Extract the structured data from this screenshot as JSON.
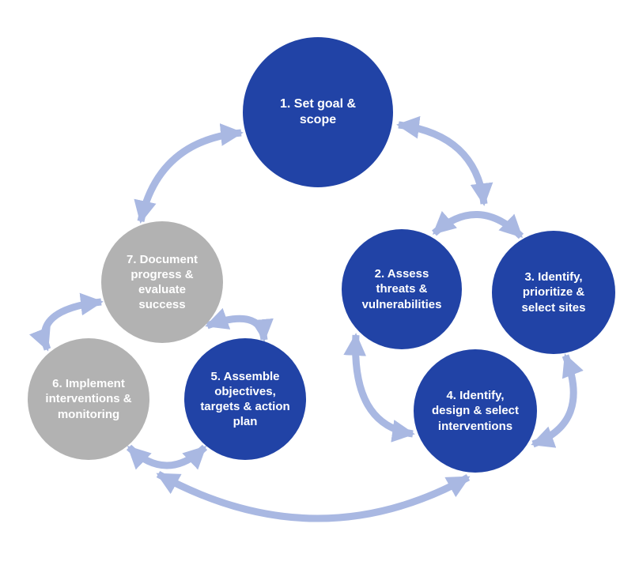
{
  "diagram": {
    "type": "process-cycle",
    "colors": {
      "node_blue": "#2143a6",
      "node_gray": "#b2b2b2",
      "node_text": "#ffffff",
      "arrow": "#a9b8e2",
      "background": "#ffffff"
    },
    "nodes": [
      {
        "step": "1",
        "label": "1. Set goal & scope",
        "variant": "blue"
      },
      {
        "step": "2",
        "label": "2. Assess threats & vulnerabilities",
        "variant": "blue"
      },
      {
        "step": "3",
        "label": "3. Identify, prioritize & select sites",
        "variant": "blue"
      },
      {
        "step": "4",
        "label": "4. Identify, design & select interventions",
        "variant": "blue"
      },
      {
        "step": "5",
        "label": "5. Assemble objectives, targets & action plan",
        "variant": "blue"
      },
      {
        "step": "6",
        "label": "6. Implement interventions & monitoring",
        "variant": "gray"
      },
      {
        "step": "7",
        "label": "7. Document progress & evaluate success",
        "variant": "gray"
      }
    ],
    "connections": [
      {
        "between": [
          "7",
          "1"
        ],
        "bidirectional": true
      },
      {
        "between": [
          "1",
          "2"
        ],
        "bidirectional": true
      },
      {
        "between": [
          "2",
          "3"
        ],
        "bidirectional": true
      },
      {
        "between": [
          "2",
          "4"
        ],
        "bidirectional": true
      },
      {
        "between": [
          "3",
          "4"
        ],
        "bidirectional": true
      },
      {
        "between": [
          "7",
          "5"
        ],
        "bidirectional": true
      },
      {
        "between": [
          "7",
          "6"
        ],
        "bidirectional": true
      },
      {
        "between": [
          "6",
          "5"
        ],
        "bidirectional": true
      },
      {
        "between": [
          "5",
          "4"
        ],
        "bidirectional": true
      }
    ]
  }
}
